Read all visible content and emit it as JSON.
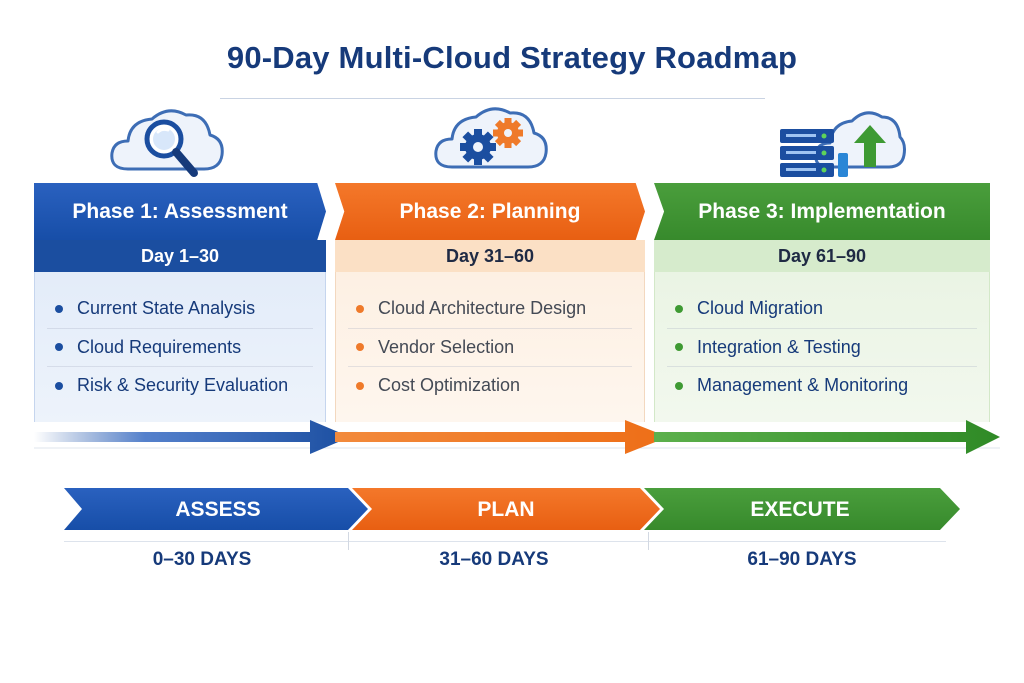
{
  "title": "90-Day Multi-Cloud Strategy Roadmap",
  "colors": {
    "blue": "#1b4ea0",
    "orange": "#ef7a2a",
    "green": "#3e9a33",
    "title": "#163a7a"
  },
  "phases": [
    {
      "title": "Phase 1: Assessment",
      "days": "Day 1–30",
      "icon": "cloud-magnifier-icon",
      "items": [
        "Current State Analysis",
        "Cloud Requirements",
        "Risk & Security Evaluation"
      ]
    },
    {
      "title": "Phase 2: Planning",
      "days": "Day 31–60",
      "icon": "cloud-gears-icon",
      "items": [
        "Cloud Architecture Design",
        "Vendor Selection",
        "Cost Optimization"
      ]
    },
    {
      "title": "Phase 3: Implementation",
      "days": "Day 61–90",
      "icon": "server-cloud-upload-icon",
      "items": [
        "Cloud Migration",
        "Integration & Testing",
        "Management & Monitoring"
      ]
    }
  ],
  "stages": [
    {
      "label": "ASSESS",
      "range": "0–30 DAYS"
    },
    {
      "label": "PLAN",
      "range": "31–60 DAYS"
    },
    {
      "label": "EXECUTE",
      "range": "61–90 DAYS"
    }
  ]
}
